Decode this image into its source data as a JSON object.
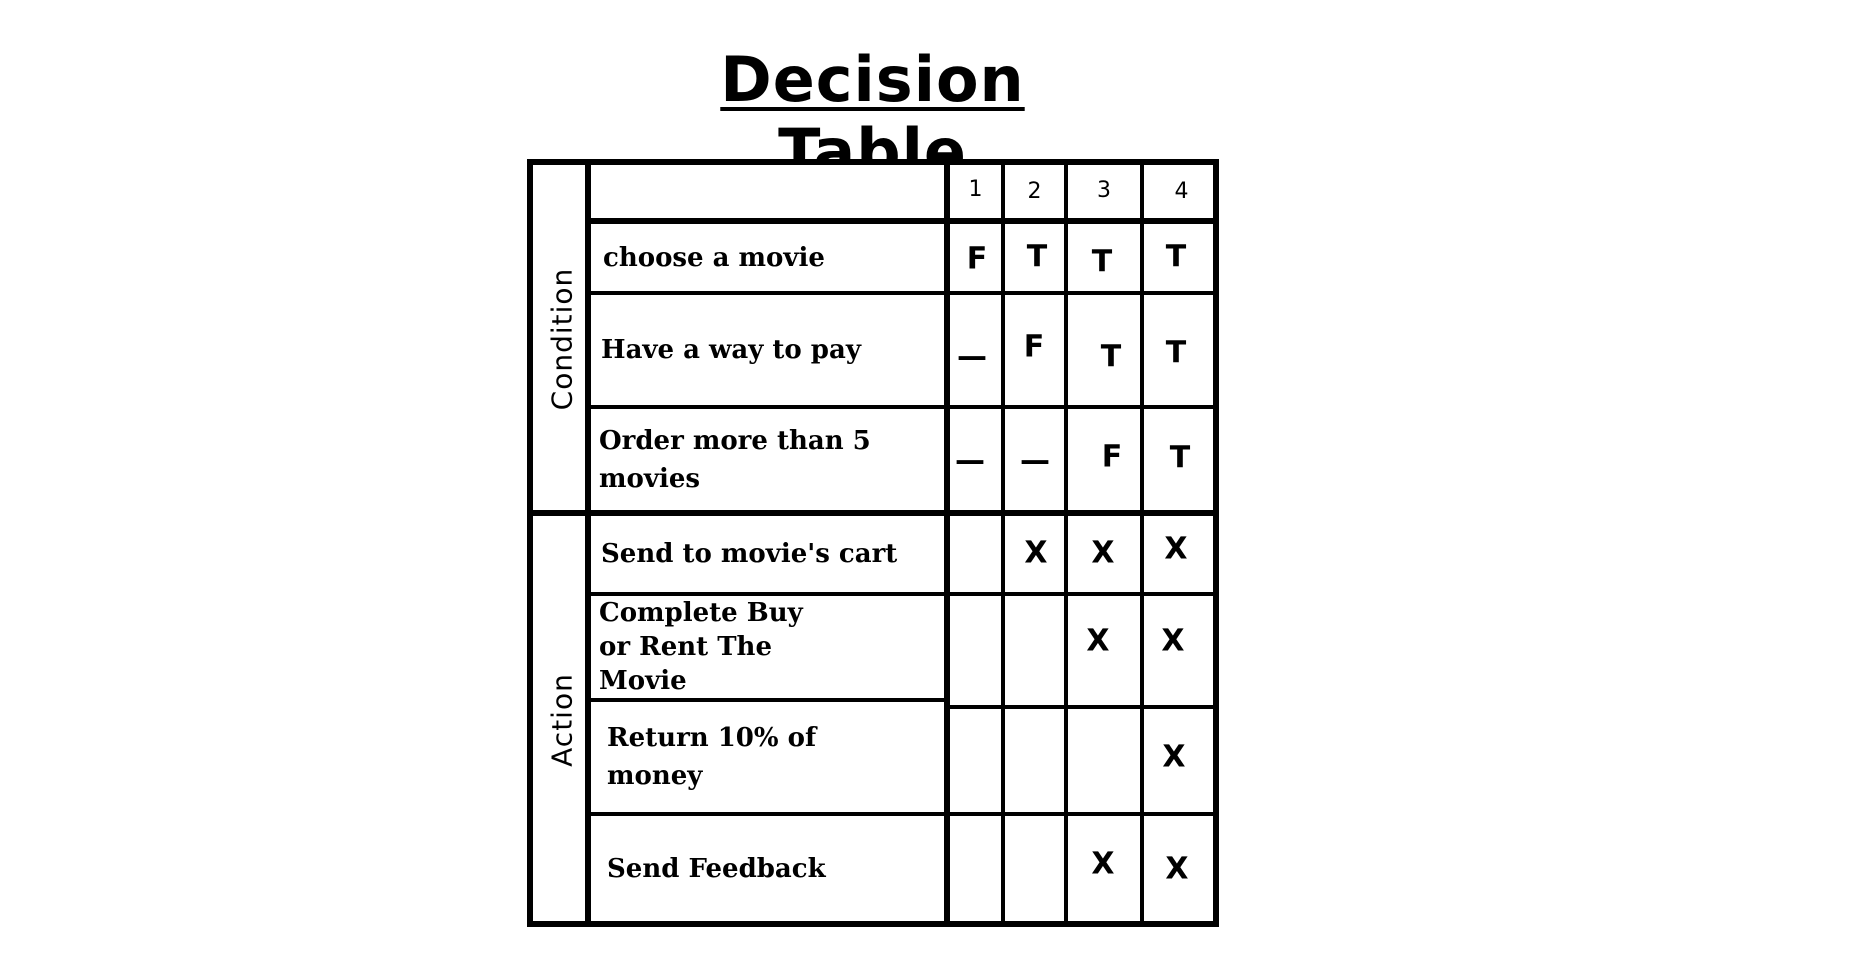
{
  "title": "Decision Table",
  "groups": {
    "condition": "Condition",
    "action": "Action"
  },
  "columns": [
    "1",
    "2",
    "3",
    "4"
  ],
  "conditions": [
    {
      "label": "choose a movie",
      "values": [
        "F",
        "T",
        "T",
        "T"
      ]
    },
    {
      "label": "Have a way to pay",
      "values": [
        "—",
        "F",
        "T",
        "T"
      ]
    },
    {
      "label": "Order more than 5 movies",
      "values": [
        "—",
        "—",
        "F",
        "T"
      ]
    }
  ],
  "actions": [
    {
      "label": "Send to movie's cart",
      "values": [
        "",
        "X",
        "X",
        "X"
      ]
    },
    {
      "label": "Complete Buy or Rent The Movie",
      "values": [
        "",
        "",
        "X",
        "X"
      ]
    },
    {
      "label": "Return 10% of money",
      "values": [
        "",
        "",
        "",
        "X"
      ]
    },
    {
      "label": "Send Feedback",
      "values": [
        "",
        "",
        "X",
        "X"
      ]
    }
  ]
}
